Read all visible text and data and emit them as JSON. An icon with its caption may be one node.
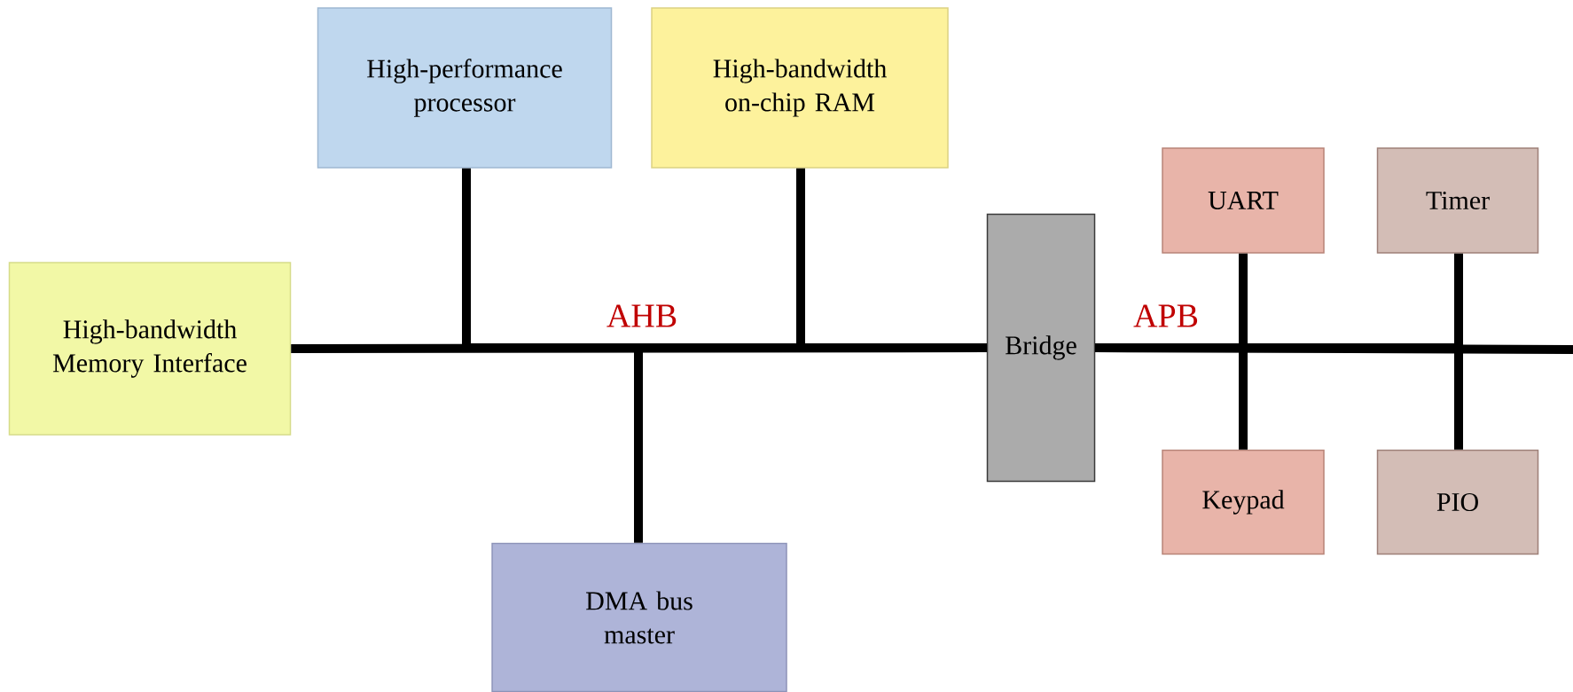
{
  "diagram": {
    "nodes": [
      {
        "text": [
          "High-bandwidth Memory Interface"
        ]
      },
      {
        "text": [
          "High-performance processor"
        ]
      },
      {
        "text": [
          "High-bandwidth on-chip RAM"
        ]
      },
      {
        "text": [
          "DMA bus master"
        ]
      },
      {
        "text": [
          "Bridge"
        ]
      },
      {
        "text": [
          "UART"
        ]
      },
      {
        "text": [
          "Timer"
        ]
      },
      {
        "text": [
          "Keypad"
        ]
      },
      {
        "text": [
          "PIO"
        ]
      }
    ],
    "edges": [
      {
        "from": 0,
        "to": 4,
        "arrow": "none",
        "label": "AHB"
      },
      {
        "from": 1,
        "to": 4,
        "arrow": "none"
      },
      {
        "from": 2,
        "to": 4,
        "arrow": "none"
      },
      {
        "from": 3,
        "to": 4,
        "arrow": "none"
      },
      {
        "from": 4,
        "to": null,
        "arrow": "none",
        "label": "APB"
      },
      {
        "from": 5,
        "to": 4,
        "arrow": "none"
      },
      {
        "from": 7,
        "to": 4,
        "arrow": "none"
      },
      {
        "from": 6,
        "to": 4,
        "arrow": "none"
      },
      {
        "from": 8,
        "to": 4,
        "arrow": "none"
      }
    ]
  }
}
